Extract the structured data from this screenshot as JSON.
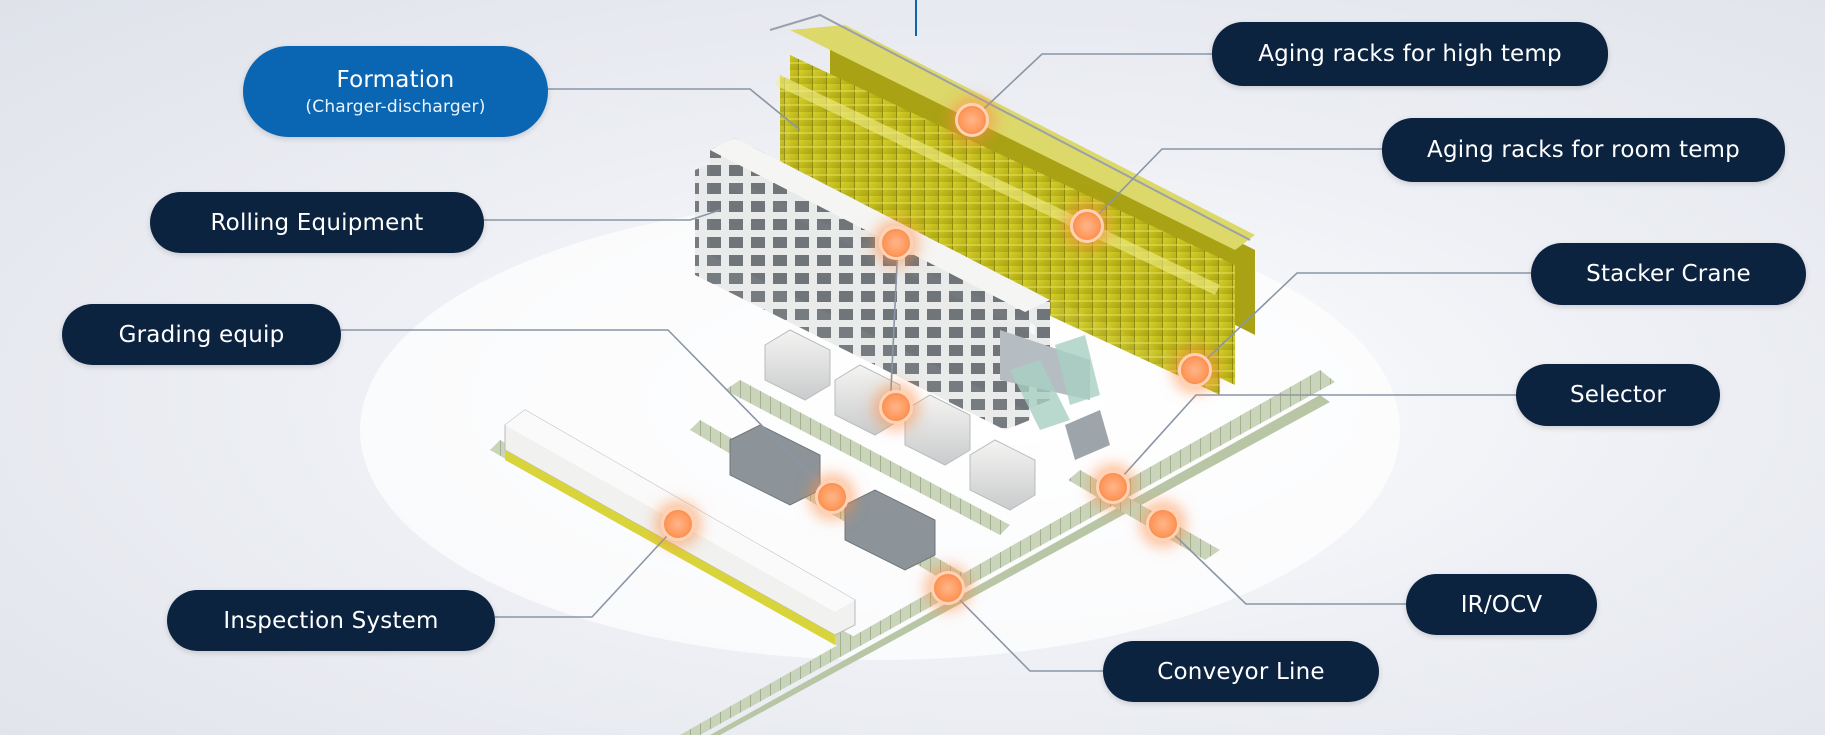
{
  "colors": {
    "label_bg": "#0c2340",
    "primary_label_bg": "#0a66b3",
    "hotspot": "#ff9a5e",
    "rack_yellow": "#c8c21a",
    "connector_line": "#8a96a6"
  },
  "labels": {
    "formation": {
      "title": "Formation",
      "subtitle": "(Charger-discharger)"
    },
    "rolling": "Rolling Equipment",
    "grading": "Grading equip",
    "inspection": "Inspection System",
    "aging_high": "Aging racks for high temp",
    "aging_room": "Aging racks for room temp",
    "stacker": "Stacker Crane",
    "selector": "Selector",
    "irocv": "IR/OCV",
    "conveyor": "Conveyor Line"
  }
}
